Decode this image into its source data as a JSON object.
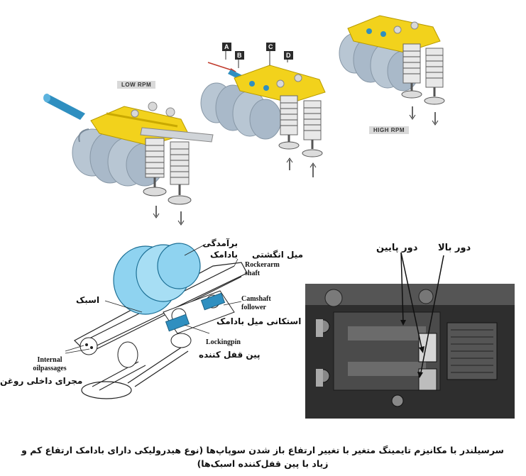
{
  "top_illustration": {
    "markers": [
      "A",
      "B",
      "C",
      "D"
    ],
    "low_rpm_label": "LOW RPM",
    "high_rpm_label": "HIGH RPM"
  },
  "cutaway_diagram": {
    "label_camshaft_fa": "برآمدگی بادامک",
    "label_rockerarm_fa": "میل انگشتی",
    "label_rockerarm_en": "Rockerarm shaft",
    "label_asbak_fa": "اسبک",
    "label_follower_en": "Camshaft follower",
    "label_follower_fa": "استکانی میل بادامک",
    "label_lockingpin_en": "Lockingpin",
    "label_lockingpin_fa": "پین قفل کننده",
    "label_internal_en": "Internal oilpassages",
    "label_internal_fa": "مجرای داخلی روغن"
  },
  "photo": {
    "label_low_rpm": "دور پایین",
    "label_high_rpm": "دور بالا"
  },
  "caption": "سرسیلندر با مکانیزم تایمینگ متغیر با تغییر ارتفاع باز شدن سوپاپ‌ها (نوع هیدرولیکی دارای بادامک ارتفاع کم و زیاد با پین قفل‌کننده اسبک‌ها)",
  "colors": {
    "rocker_yellow": "#f2d21c",
    "cam_blue_grey": "#a9b9c9",
    "oil_pin_blue": "#2f8fc0",
    "cam_lobe_cyan": "#8fd3f0"
  }
}
